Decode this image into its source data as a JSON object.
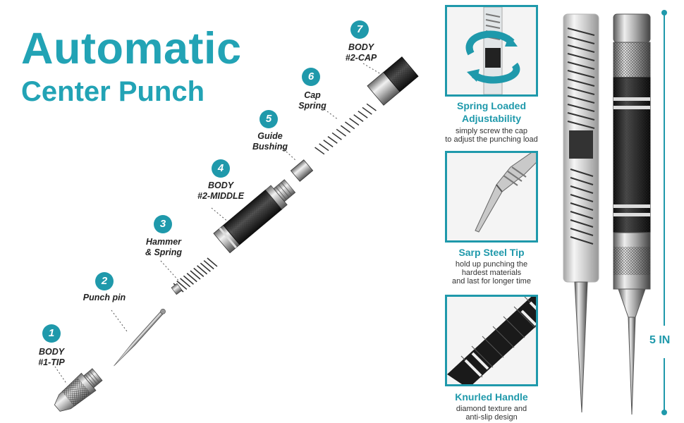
{
  "title": {
    "line1": "Automatic",
    "line2": "Center Punch"
  },
  "parts": [
    {
      "number": "1",
      "label_lines": [
        "BODY",
        "#1-TIP"
      ]
    },
    {
      "number": "2",
      "label_lines": [
        "Punch pin"
      ]
    },
    {
      "number": "3",
      "label_lines": [
        "Hammer",
        "& Spring"
      ]
    },
    {
      "number": "4",
      "label_lines": [
        "BODY",
        "#2-MIDDLE"
      ]
    },
    {
      "number": "5",
      "label_lines": [
        "Guide",
        "Bushing"
      ]
    },
    {
      "number": "6",
      "label_lines": [
        "Cap",
        "Spring"
      ]
    },
    {
      "number": "7",
      "label_lines": [
        "BODY",
        "#2-CAP"
      ]
    }
  ],
  "features": [
    {
      "title_lines": [
        "Spring Loaded",
        "Adjustability"
      ],
      "desc_lines": [
        "simply screw the cap",
        "to adjust the punching load"
      ],
      "icon": "rotate-arrow-icon"
    },
    {
      "title_lines": [
        "Sarp Steel Tip"
      ],
      "desc_lines": [
        "hold up punching the",
        "hardest materials",
        "and last for longer time"
      ],
      "icon": "steel-tip-icon"
    },
    {
      "title_lines": [
        "Knurled Handle"
      ],
      "desc_lines": [
        "diamond texture and",
        "anti-slip design"
      ],
      "icon": "knurled-handle-icon"
    }
  ],
  "dimension": {
    "label": "5 IN"
  },
  "colors": {
    "accent": "#1f99ab",
    "title": "#22a3b5"
  }
}
